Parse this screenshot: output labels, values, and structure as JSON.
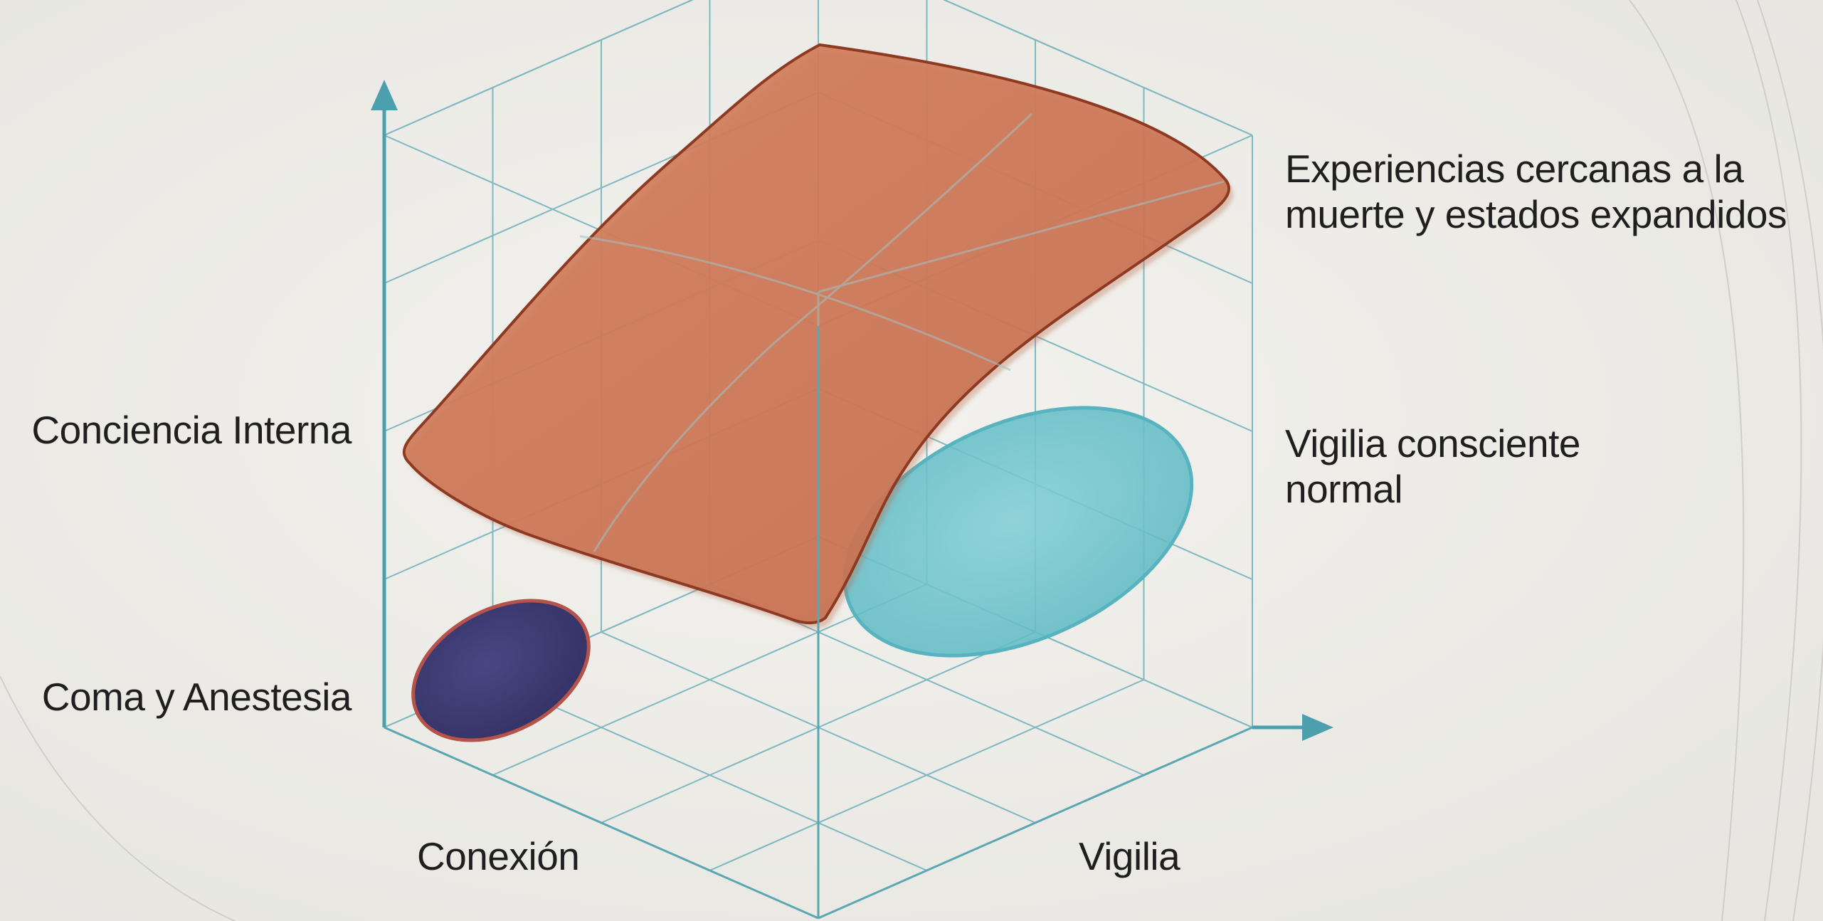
{
  "diagram": {
    "title": "",
    "axes": {
      "vertical": "Conciencia Interna",
      "depth": "Conexión",
      "horizontal": "Vigilia"
    },
    "regions": [
      {
        "name": "coma",
        "label": "Coma y Anestesia",
        "color": "#3d3a72",
        "edge_color": "#b5534a"
      },
      {
        "name": "normal-waking",
        "label_line1": "Vigilia consciente",
        "label_line2": "normal",
        "color": "#6ec2cc",
        "edge_color": "#58b3c0"
      },
      {
        "name": "expanded",
        "label_line1": "Experiencias cercanas a la",
        "label_line2": "muerte y estados expandidos",
        "color": "#cf7a5a",
        "edge_color": "#8e3a22"
      }
    ],
    "colors": {
      "background": "#eeede8",
      "grid": "#5aa7b3",
      "axis": "#4c9fad",
      "text": "#1f1f1f"
    }
  }
}
